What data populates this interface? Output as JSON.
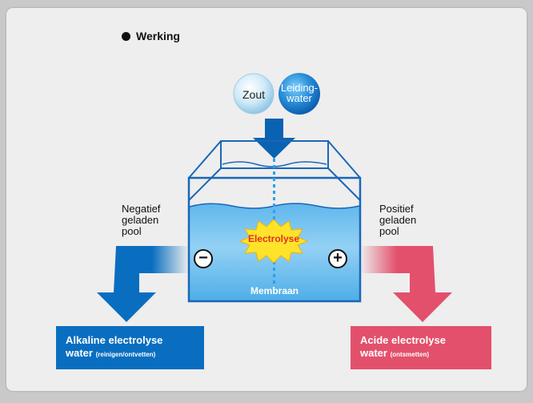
{
  "heading": {
    "title": "Werking"
  },
  "inputs": {
    "salt_label": "Zout",
    "water_label": "Leiding-\nwater"
  },
  "tank": {
    "reaction_label": "Electrolyse",
    "membrane_label": "Membraan"
  },
  "poles": {
    "negative_label": "Negatief\ngeladen\npool",
    "positive_label": "Positief\ngeladen\npool",
    "negative_symbol": "−",
    "positive_symbol": "+"
  },
  "outputs": {
    "alkaline_main": "Alkaline electrolyse",
    "alkaline_sub": "water",
    "alkaline_note": "(reinigen/ontvetten)",
    "acid_main": "Acide electrolyse",
    "acid_sub": "water",
    "acid_note": "(ontsmetten)"
  },
  "colors": {
    "blue": "#0a6ec0",
    "pink": "#e3506c",
    "water_blue": "#8dd0f2",
    "flash": "#ffe32a"
  }
}
